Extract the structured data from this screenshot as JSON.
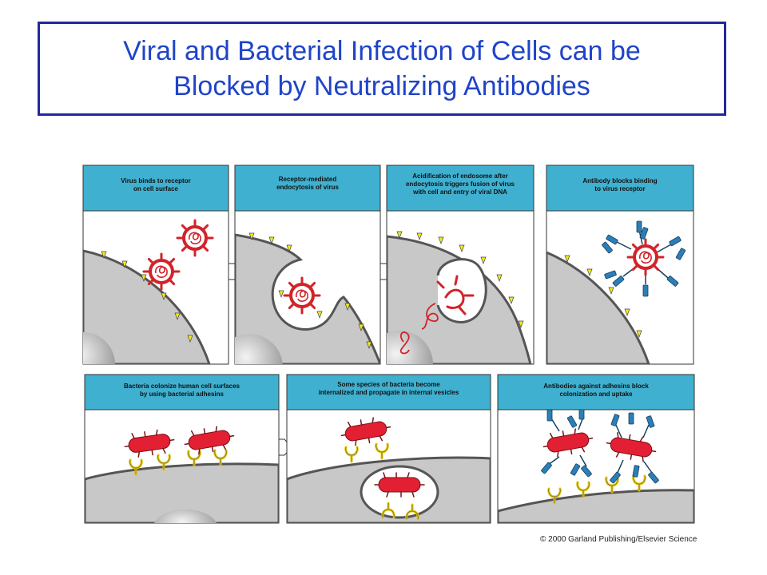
{
  "title": {
    "line1": "Viral and Bacterial Infection of Cells can be",
    "line2": "Blocked by Neutralizing Antibodies"
  },
  "panels_top": [
    {
      "caption_line1": "Virus  binds to receptor",
      "caption_line2": "on cell surface",
      "caption_line3": ""
    },
    {
      "caption_line1": "Receptor-mediated",
      "caption_line2": "endocytosis  of  virus",
      "caption_line3": ""
    },
    {
      "caption_line1": "Acidification  of  endosome after",
      "caption_line2": "endocytosis triggers fusion of virus",
      "caption_line3": "with  cell  and  entry  of  viral  DNA"
    },
    {
      "caption_line1": "Antibody blocks binding",
      "caption_line2": "to virus receptor",
      "caption_line3": ""
    }
  ],
  "panels_bottom": [
    {
      "caption_line1": "Bacteria colonize human cell surfaces",
      "caption_line2": "by using bacterial adhesins"
    },
    {
      "caption_line1": "Some species of bacteria become",
      "caption_line2": "internalized and propagate in internal vesicles"
    },
    {
      "caption_line1": "Antibodies against adhesins block",
      "caption_line2": "colonization and uptake"
    }
  ],
  "copyright": "© 2000 Garland Publishing/Elsevier Science",
  "colors": {
    "title_text": "#1f44c8",
    "title_border": "#22289a",
    "caption_band": "#3fb0d0",
    "cell": "#c8c8c8",
    "virus": "#d2232a",
    "receptor": "#f2ea1e",
    "antibody": "#2a7fb8"
  }
}
